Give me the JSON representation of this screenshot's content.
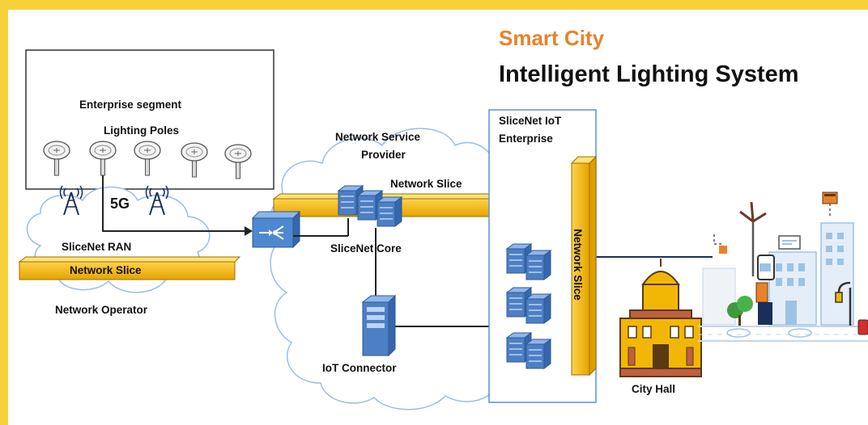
{
  "title": {
    "line1": "Smart City",
    "line2": "Intelligent Lighting System"
  },
  "enterprise": {
    "segment_label": "Enterprise segment",
    "poles_label": "Lighting Poles"
  },
  "radio_label": "5G",
  "ran": {
    "label": "SliceNet RAN",
    "slice_label": "Network Slice",
    "operator_label": "Network Operator"
  },
  "provider": {
    "label_line1": "Network Service",
    "label_line2": "Provider",
    "slice_label": "Network Slice",
    "core_label": "SliceNet Core",
    "connector_label": "IoT Connector"
  },
  "iot_enterprise": {
    "label_line1": "SliceNet IoT",
    "label_line2": "Enterprise",
    "slice_label": "Network Slice"
  },
  "city": {
    "hall_label": "City Hall"
  },
  "colors": {
    "frame": "#f7d13a",
    "slice_bar": "#f5b800",
    "server": "#5b8fd6",
    "accent_title": "#e8822a"
  }
}
